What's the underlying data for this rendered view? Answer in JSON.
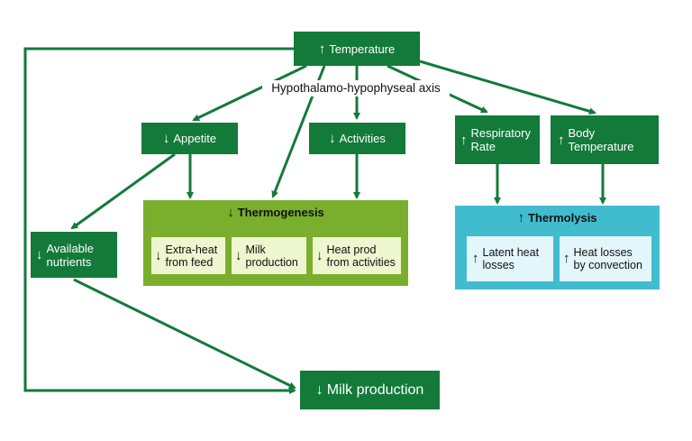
{
  "colors": {
    "dark_green": "#137a3a",
    "lime_green": "#7aaf2e",
    "teal": "#41bccf",
    "arrow": "#137a3a"
  },
  "icons": {
    "up": "up-arrow-icon",
    "down": "down-arrow-icon"
  },
  "nodes": {
    "temperature": {
      "dir": "↑",
      "label": "Temperature"
    },
    "axis": {
      "label": "Hypothalamo-hypophyseal axis"
    },
    "appetite": {
      "dir": "↓",
      "label": "Appetite"
    },
    "activities": {
      "dir": "↓",
      "label": "Activities"
    },
    "respiratory_rate": {
      "dir": "↑",
      "label": "Respiratory\nRate"
    },
    "body_temperature": {
      "dir": "↑",
      "label": "Body\nTemperature"
    },
    "available_nutrients": {
      "dir": "↓",
      "label": "Available\nnutrients"
    },
    "thermogenesis": {
      "dir": "↓",
      "label": "Thermogenesis",
      "items": [
        {
          "dir": "↓",
          "label": "Extra-heat\nfrom feed"
        },
        {
          "dir": "↓",
          "label": "Milk\nproduction"
        },
        {
          "dir": "↓",
          "label": "Heat prod\nfrom activities"
        }
      ]
    },
    "thermolysis": {
      "dir": "↑",
      "label": "Thermolysis",
      "items": [
        {
          "dir": "↑",
          "label": "Latent heat\nlosses"
        },
        {
          "dir": "↑",
          "label": "Heat losses\nby convection"
        }
      ]
    },
    "milk_production": {
      "dir": "↓",
      "label": "Milk production"
    }
  }
}
